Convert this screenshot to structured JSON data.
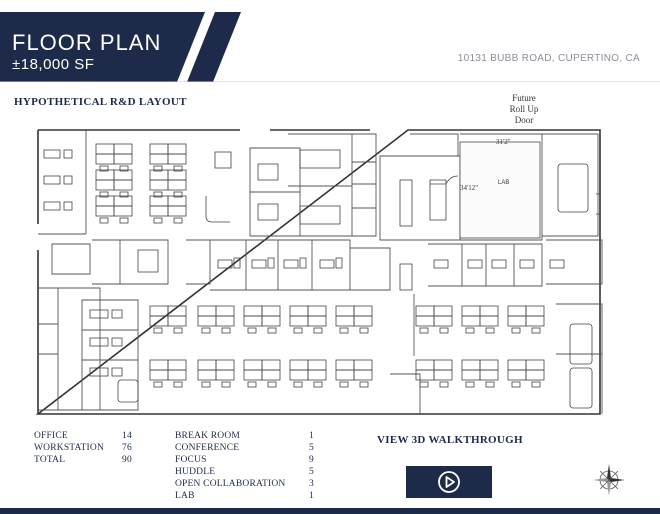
{
  "header": {
    "title": "FLOOR PLAN",
    "area": "±18,000 SF",
    "address": "10131 BUBB ROAD, CUPERTINO, CA"
  },
  "plan": {
    "subtitle": "HYPOTHETICAL R&D LAYOUT",
    "future_door_line1": "Future",
    "future_door_line2": "Roll Up",
    "future_door_line3": "Door",
    "lab_label": "LAB",
    "lab_width": "31'2\"",
    "lab_depth": "34'12\""
  },
  "legend_left": [
    {
      "label": "OFFICE",
      "value": "14"
    },
    {
      "label": "WORKSTATION",
      "value": "76"
    },
    {
      "label": "TOTAL",
      "value": "90"
    }
  ],
  "legend_right": [
    {
      "label": "BREAK ROOM",
      "value": "1"
    },
    {
      "label": "CONFERENCE",
      "value": "5"
    },
    {
      "label": "FOCUS",
      "value": "9"
    },
    {
      "label": "HUDDLE",
      "value": "5"
    },
    {
      "label": "OPEN COLLABORATION",
      "value": "3"
    },
    {
      "label": "LAB",
      "value": "1"
    }
  ],
  "walkthrough": {
    "label": "VIEW 3D WALKTHROUGH",
    "button_icon": "play-icon"
  },
  "colors": {
    "navy": "#1e2a4a",
    "accent_dark": "#0f1a33",
    "line": "#333333"
  }
}
